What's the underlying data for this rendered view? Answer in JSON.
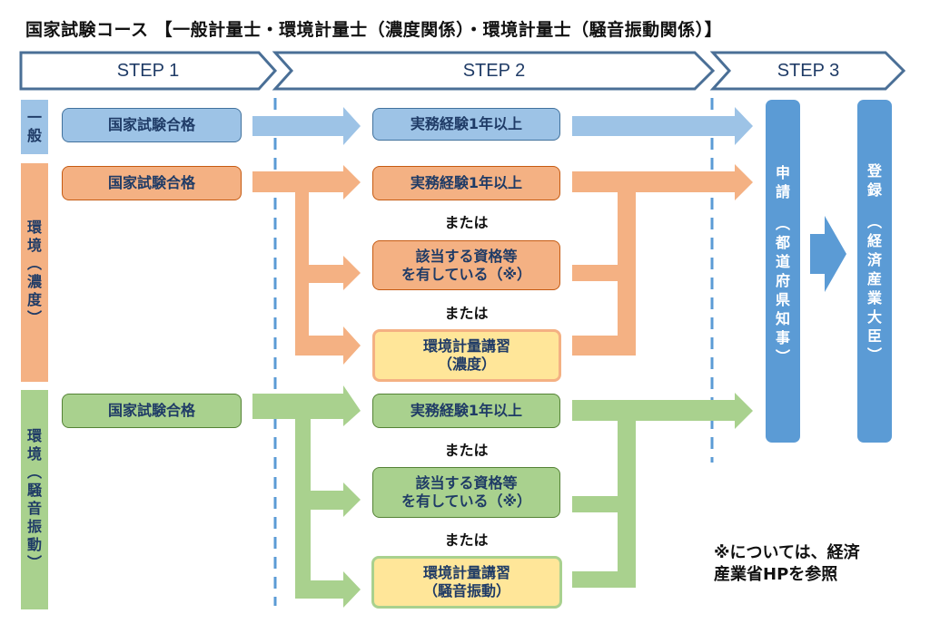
{
  "title": "国家試験コース 【一般計量士・環境計量士（濃度関係）・環境計量士（騒音振動関係）】",
  "steps": [
    "STEP 1",
    "STEP 2",
    "STEP 3"
  ],
  "colors": {
    "blue": "#9dc3e6",
    "orange": "#f4b183",
    "green": "#a9d18e",
    "yellow": "#ffe699",
    "bar_blue": "#5b9bd5",
    "banner_border": "#4a6f96",
    "dash_blue": "#5b9bd5"
  },
  "rows": [
    {
      "label": [
        "一",
        "般"
      ],
      "step1": "国家試験合格",
      "step2": [
        "実務経験1年以上"
      ]
    },
    {
      "label": [
        "環",
        "境",
        "︵",
        "濃",
        "度",
        "︶"
      ],
      "step1": "国家試験合格",
      "step2": [
        "実務経験1年以上",
        "該当する資格等\nを有している（※）",
        "環境計量講習\n（濃度）"
      ],
      "or_label": "または"
    },
    {
      "label": [
        "環",
        "境",
        "︵",
        "騒",
        "音",
        "振",
        "動",
        "︶"
      ],
      "step1": "国家試験合格",
      "step2": [
        "実務経験1年以上",
        "該当する資格等\nを有している（※）",
        "環境計量講習\n（騒音振動）"
      ],
      "or_label": "または"
    }
  ],
  "step3": {
    "application": [
      "申",
      "請",
      "",
      "︵",
      "都",
      "道",
      "府",
      "県",
      "知",
      "事",
      "︶"
    ],
    "registration": [
      "登",
      "録",
      "",
      "︵",
      "経",
      "済",
      "産",
      "業",
      "大",
      "臣",
      "︶"
    ]
  },
  "note": "※については、経済\n産業省HPを参照"
}
